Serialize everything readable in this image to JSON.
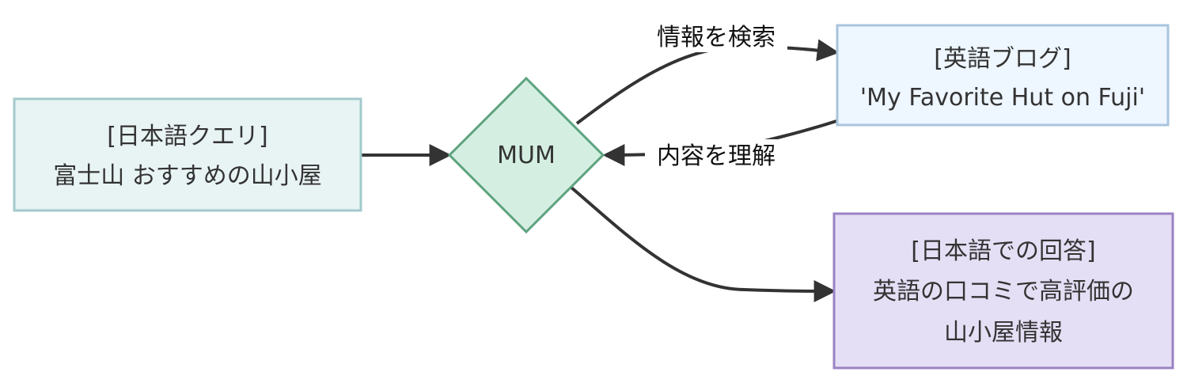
{
  "nodes": {
    "query": {
      "line1": "[日本語クエリ]",
      "line2": "富士山 おすすめの山小屋"
    },
    "mum": {
      "label": "MUM"
    },
    "blog": {
      "line1": "[英語ブログ]",
      "line2": "'My Favorite Hut on Fuji'"
    },
    "answer": {
      "line1": "[日本語での回答]",
      "line2": "英語の口コミで高評価の",
      "line3": "山小屋情報"
    }
  },
  "edges": {
    "search": {
      "label": "情報を検索"
    },
    "understand": {
      "label": "内容を理解"
    }
  },
  "colors": {
    "query_fill": "#e8f3f4",
    "query_stroke": "#a3c9cc",
    "mum_fill": "#d4efe2",
    "mum_stroke": "#5ea37f",
    "blog_fill": "#eef6ff",
    "blog_stroke": "#a9c4dc",
    "answer_fill": "#e5dff5",
    "answer_stroke": "#9a82c4",
    "edge": "#333333"
  }
}
